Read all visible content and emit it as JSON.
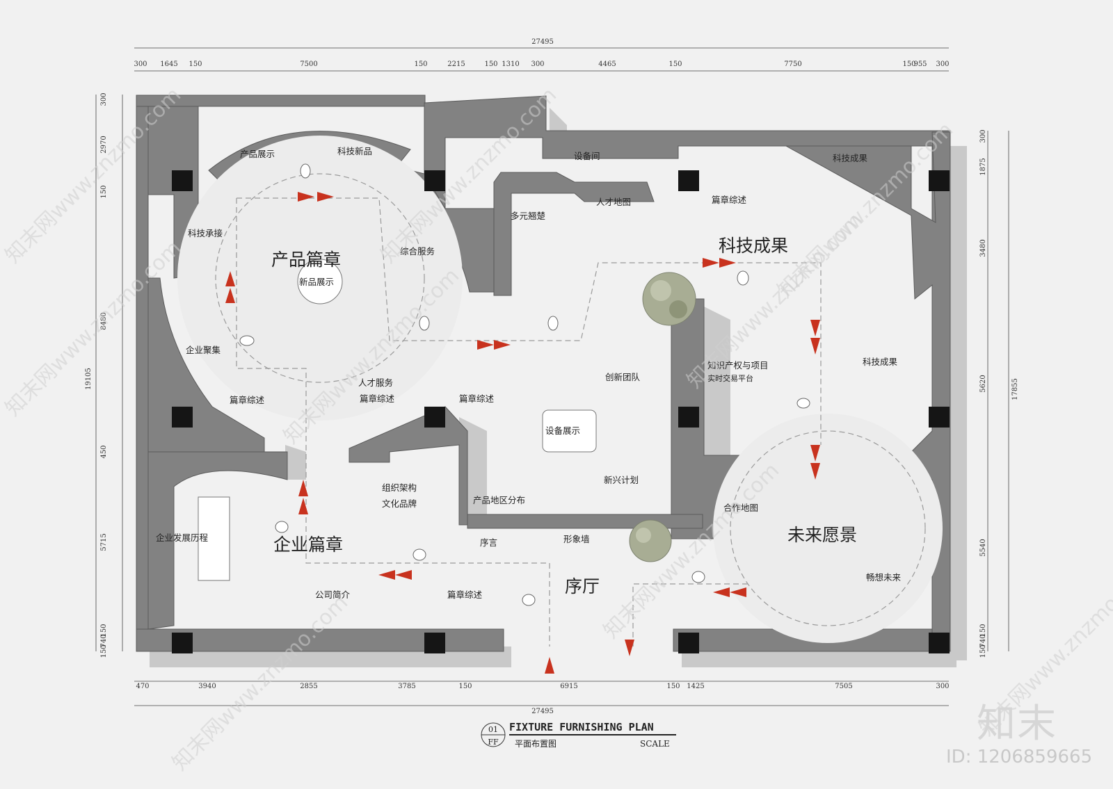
{
  "plan": {
    "title_en": "FIXTURE FURNISHING PLAN",
    "title_cn": "平面布置图",
    "scale_label": "SCALE",
    "drawing_no": "01",
    "sheet_code": "FF"
  },
  "dims": {
    "top_total": "27495",
    "bottom_total": "27495",
    "top": [
      "300",
      "1645",
      "150",
      "7500",
      "150",
      "2215",
      "150",
      "1310",
      "300",
      "4465",
      "150",
      "7750",
      "150",
      "955",
      "300"
    ],
    "bottom": [
      "470",
      "3940",
      "2855",
      "3785",
      "150",
      "6915",
      "150",
      "1425",
      "7505",
      "300"
    ],
    "left_total": "19105",
    "left": [
      "300",
      "2970",
      "150",
      "8480",
      "450",
      "5715",
      "150",
      "740",
      "150"
    ],
    "right_total": "17855",
    "right": [
      "300",
      "1875",
      "3480",
      "5620",
      "5540",
      "150",
      "740",
      "150"
    ]
  },
  "zones": {
    "product_chapter": "产品篇章",
    "new_product_display": "新品展示",
    "product_display": "产品展示",
    "tech_new_product": "科技新品",
    "tech_inherit": "科技承接",
    "comprehensive_service": "综合服务",
    "enterprise_gather": "企业聚集",
    "chapter_summary_1": "篇章综述",
    "talent_service": "人才服务",
    "chapter_summary_2": "篇章综述",
    "chapter_summary_3": "篇章综述",
    "equipment_room": "设备间",
    "talent_map": "人才地图",
    "diverse_elite": "多元翘楚",
    "tech_results_top": "科技成果",
    "chapter_summary_4": "篇章综述",
    "tech_results_chapter": "科技成果",
    "innovation_team": "创新团队",
    "ip_trading_line1": "知识产权与项目",
    "ip_trading_line2": "实时交易平台",
    "tech_results_right": "科技成果",
    "equipment_display": "设备展示",
    "emerging_plan": "新兴计划",
    "org_structure": "组织架构",
    "culture_brand": "文化品牌",
    "product_region": "产品地区分布",
    "enterprise_history": "企业发展历程",
    "enterprise_chapter": "企业篇章",
    "preface": "序言",
    "image_wall": "形象墙",
    "cooperation_map": "合作地图",
    "future_vision": "未来愿景",
    "imagine_future": "畅想未来",
    "company_intro": "公司简介",
    "chapter_summary_5": "篇章综述",
    "lobby": "序厅"
  },
  "watermark": {
    "text": "知末网www.znzmo.com",
    "logo": "知末",
    "id": "ID: 1206859665"
  },
  "colors": {
    "wall": "#828282",
    "wall_dark": "#6e6e6e",
    "shadow": "#c9c9c9",
    "floor": "#e9e9e9",
    "column": "#151515",
    "arrow": "#c8321e",
    "background": "#f1f1f1"
  }
}
